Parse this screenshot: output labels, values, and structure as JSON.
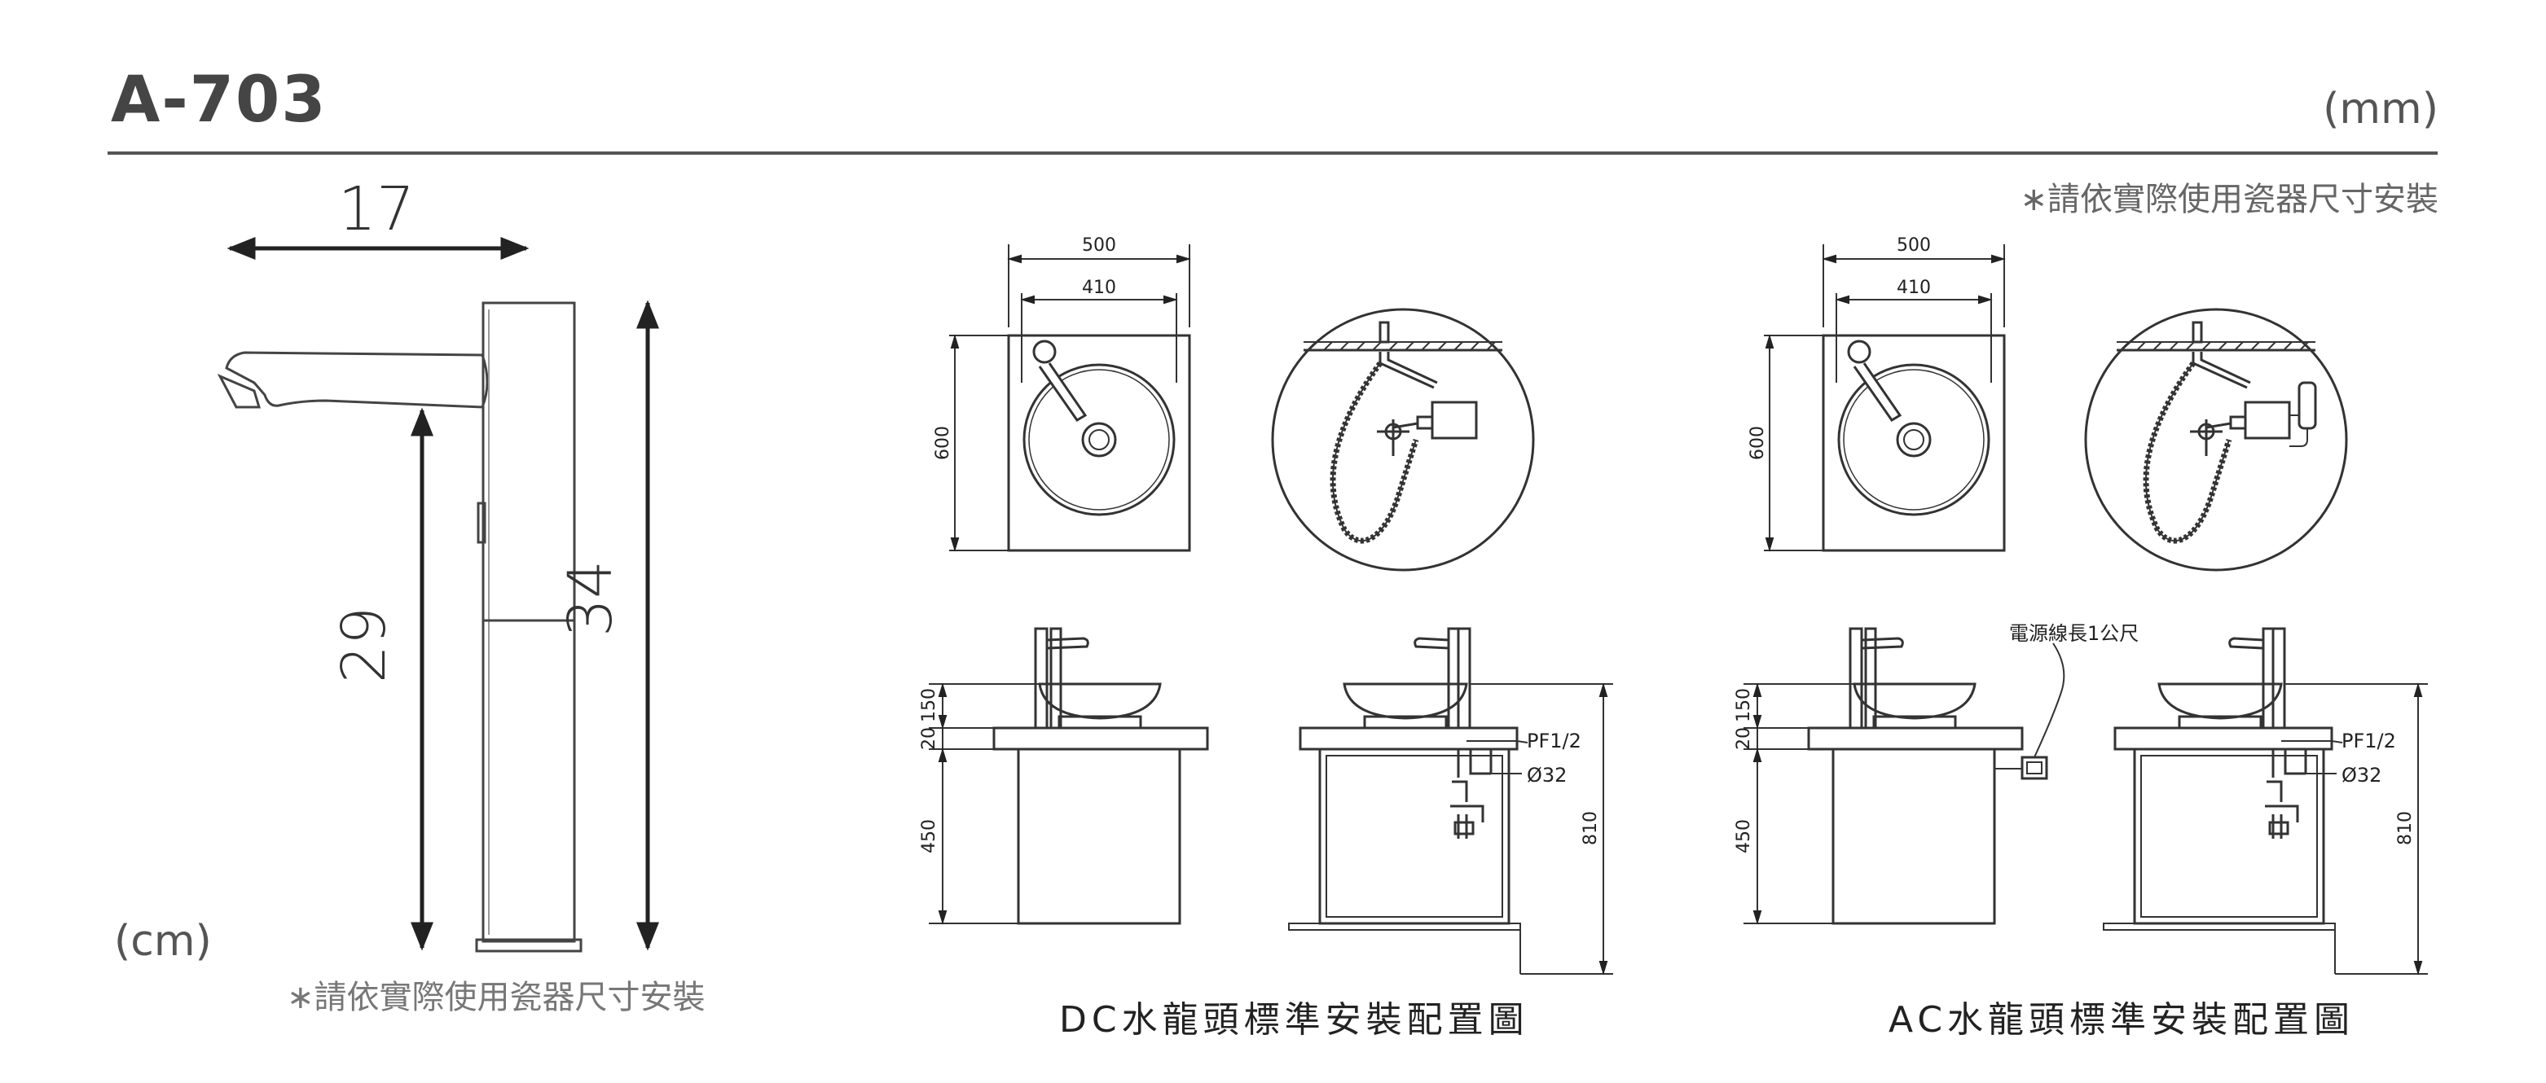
{
  "header": {
    "model": "A-703",
    "unit_mm": "(mm)",
    "note": "∗請依實際使用瓷器尺寸安裝"
  },
  "faucet": {
    "unit_cm": "(cm)",
    "note": "∗請依實際使用瓷器尺寸安裝",
    "dim_spout": "17",
    "dim_spout_height": "29",
    "dim_total_height": "34"
  },
  "dc": {
    "top": {
      "dim_outer_width": "500",
      "dim_inner_width": "410",
      "dim_depth": "600"
    },
    "side": {
      "dim_150": "150",
      "dim_20": "20",
      "dim_450": "450",
      "dim_810": "810",
      "pf": "PF1/2",
      "pipe": "Ø32"
    },
    "caption": "DC水龍頭標準安裝配置圖"
  },
  "ac": {
    "top": {
      "dim_outer_width": "500",
      "dim_inner_width": "410",
      "dim_depth": "600"
    },
    "side": {
      "dim_150": "150",
      "dim_20": "20",
      "dim_450": "450",
      "dim_810": "810",
      "pf": "PF1/2",
      "pipe": "Ø32",
      "cable": "電源線長1公尺"
    },
    "caption": "AC水龍頭標準安裝配置圖"
  }
}
